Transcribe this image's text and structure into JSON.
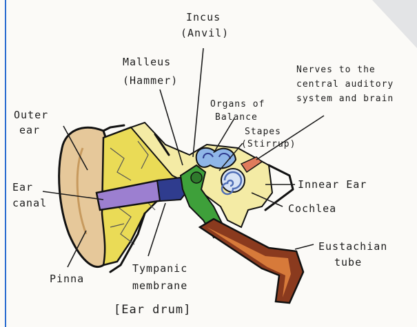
{
  "labels": {
    "incus": "Incus",
    "incus_sub": "(Anvil)",
    "malleus": "Malleus",
    "malleus_sub": "(Hammer)",
    "nerves_1": "Nerves to the",
    "nerves_2": "central auditory",
    "nerves_3": "system and brain",
    "organs_1": "Organs of",
    "organs_2": "Balance",
    "stapes": "Stapes",
    "stapes_sub": "(Stirrup)",
    "outer_1": "Outer",
    "outer_2": "ear",
    "ear_canal_1": "Ear",
    "ear_canal_2": "canal",
    "inner_ear": "Innear Ear",
    "cochlea": "Cochlea",
    "eustachian_1": "Eustachian",
    "eustachian_2": "tube",
    "pinna": "Pinna",
    "tympanic_1": "Tympanic",
    "tympanic_2": "membrane",
    "tympanic_3": "[Ear drum]"
  },
  "colors": {
    "paper": "#fbfaf7",
    "pinna_skin": "#e6c89a",
    "bone_yellow": "#f4eba5",
    "canal_purple": "#9c7fd0",
    "canal_blue": "#2f3c8e",
    "ossicle_green": "#3ea03a",
    "cochlea_blue": "#4f6eb6",
    "eustachian_brown": "#8a3a1e",
    "eustachian_orange": "#d77a3a",
    "tissue_yellow": "#eadb56",
    "border_blue": "#2a6cd0"
  }
}
